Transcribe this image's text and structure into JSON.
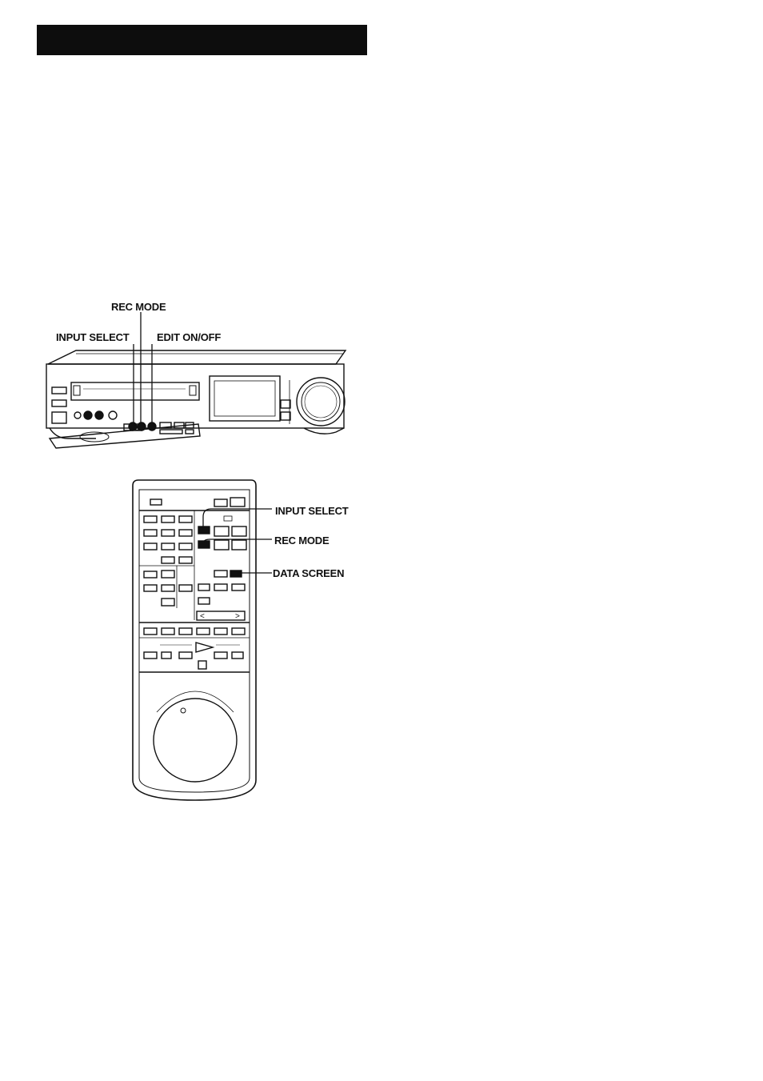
{
  "vcr_callouts": {
    "rec_mode": "REC MODE",
    "input_select": "INPUT SELECT",
    "edit_on_off": "EDIT ON/OFF"
  },
  "remote_callouts": {
    "input_select": "INPUT SELECT",
    "rec_mode": "REC MODE",
    "data_screen": "DATA SCREEN"
  },
  "remote_display": {
    "left_arrow": "<",
    "right_arrow": ">"
  }
}
